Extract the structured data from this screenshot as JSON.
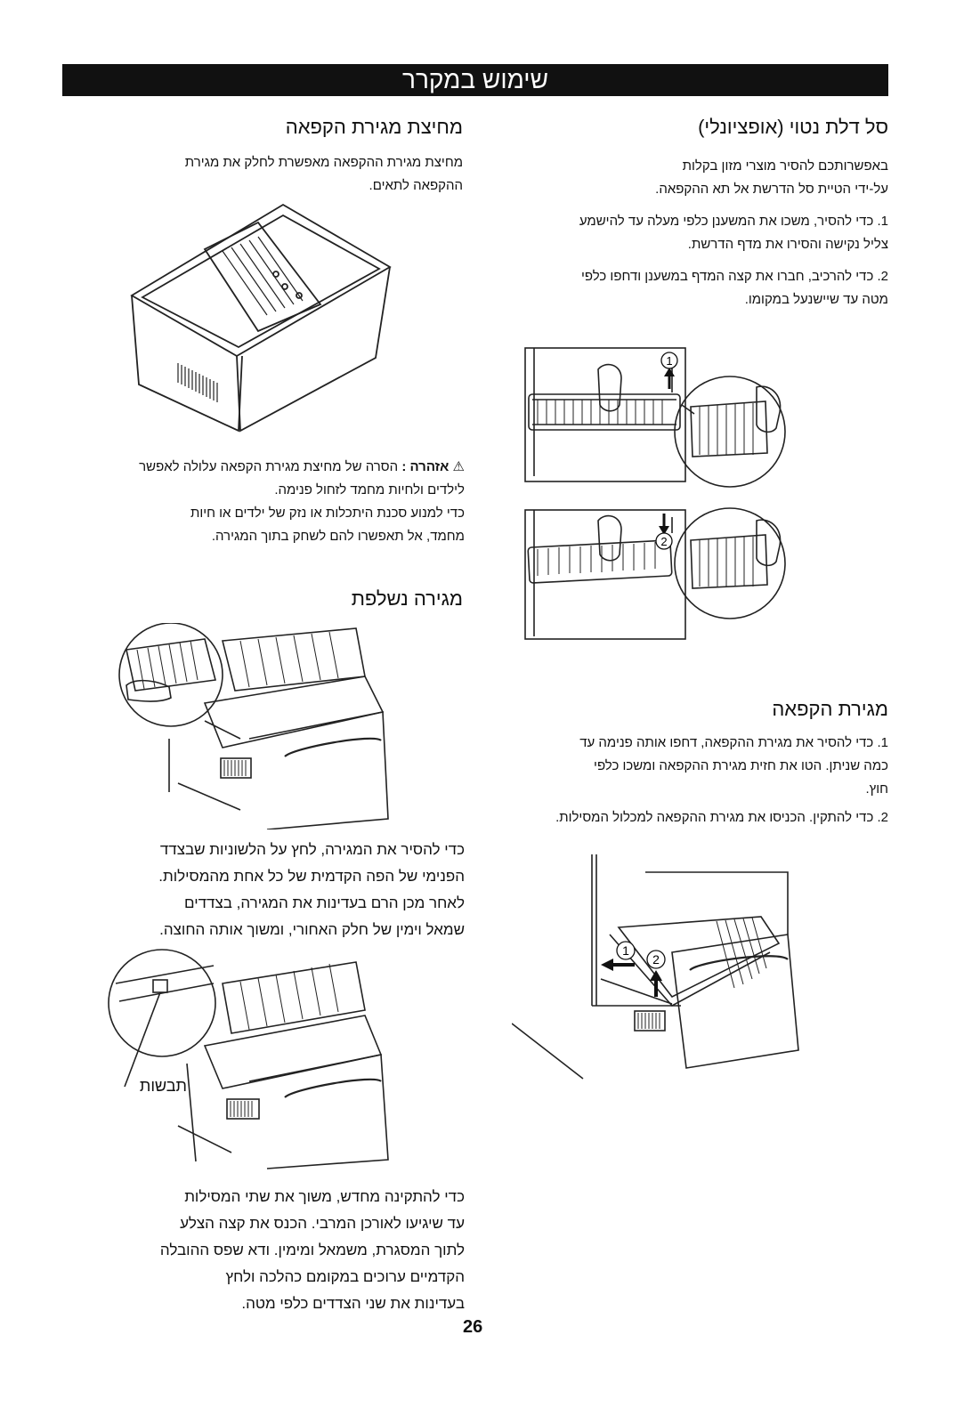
{
  "header": {
    "title": "שימוש במקרר"
  },
  "right_column": {
    "bin_heading": "סל דלת נטוי (אופציונלי)",
    "bin_intro": [
      "באפשרותכם להסיר מוצרי מזון בקלות",
      "על-ידי הטיית סל הדרשת אל תא ההקפאה."
    ],
    "bin_step1": [
      "1. כדי להסיר, משכו את המשענן כלפי מעלה עד להישמע",
      "צליל נקישה והסירו את מדף הדרשת."
    ],
    "bin_step2": [
      "2. כדי להרכיב, חברו את קצה המדף במשענן ודחפו כלפי",
      "מטה עד שיישנעל במקומו."
    ],
    "bin_fig_markers": [
      "1",
      "2"
    ],
    "freezer_heading": "מגירת הקפאה",
    "freezer_step1": [
      "1. כדי להסיר את מגירת ההקפאה, דחפו אותה פנימה עד",
      "כמה שניתן. הטו את חזית מגירת ההקפאה ומשכו כלפי",
      "חוץ."
    ],
    "freezer_step2": [
      "2. כדי להתקין. הכניסו את מגירת ההקפאה למכלול המסילות."
    ],
    "freezer_fig_markers": [
      "1",
      "2"
    ]
  },
  "left_column": {
    "divider_heading": "מחיצת מגירת הקפאה",
    "divider_intro": [
      "מחיצת מגירת ההקפאה מאפשרת לחלק את מגירת",
      "ההקפאה לתאים."
    ],
    "warning_label": "אזהרה :",
    "warning_lines": [
      "הסרה של מחיצת מגירת הקפאה עלולה לאפשר",
      "לילדים ולחיות מחמד לזחול פנימה.",
      "כדי למנוע סכנת היתכלות או נזק של ילדים או חיות",
      "מחמד, אל תאפשרו להם לשחק בתוך המגירה."
    ],
    "drawer_heading": "מגירה נשלפת",
    "drawer_text": [
      "כדי להסיר את המגירה, לחץ על הלשוניות שבצדד",
      "הפנימי של הפה הקדמית של כל אחת מהמסילות.",
      "לאחר מכן הרם בעדינות את המגירה, בצדדים",
      "שמאל וימין של חלק האחורי, ומשוך אותה החוצה."
    ],
    "tab_callout": "תבשות",
    "install_text": [
      "כדי להתקינה מחדש, משוך את שתי המסילות",
      "עד שיגיעו לאורכן המרבי. הכנס את קצה הצלע",
      "לתוך המסגרת, משמאל ומימין. ודא שפס ההובלה",
      "הקדמיים ערוכים במקומם כהלכה ולחץ",
      "בעדינות את שני הצדדים כלפי מטה."
    ]
  },
  "footer": {
    "page_number": "26"
  }
}
